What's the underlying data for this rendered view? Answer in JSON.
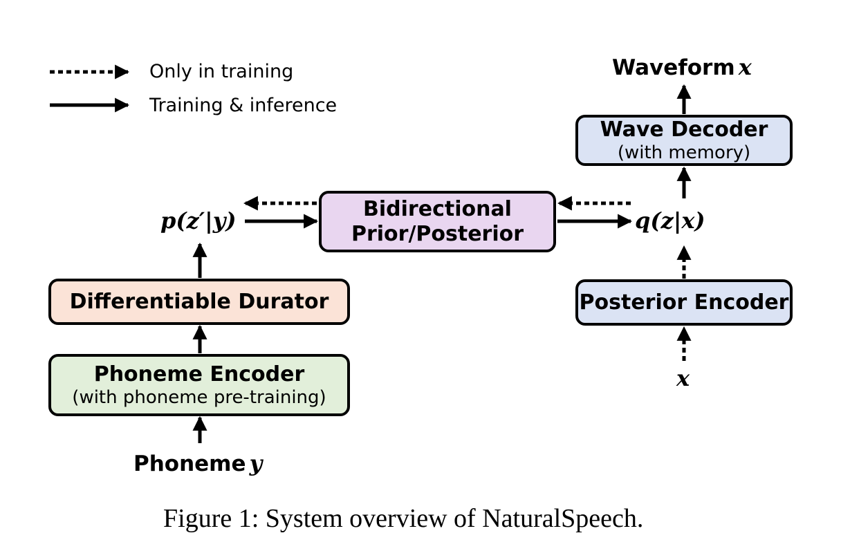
{
  "legend": {
    "dotted_label": "Only in training",
    "solid_label": "Training & inference"
  },
  "nodes": {
    "wave_decoder": {
      "title": "Wave Decoder",
      "subtitle": "(with memory)"
    },
    "bidirectional": {
      "line1": "Bidirectional",
      "line2": "Prior/Posterior"
    },
    "durator": {
      "title": "Differentiable Durator"
    },
    "phoneme_encoder": {
      "title": "Phoneme Encoder",
      "subtitle": "(with phoneme pre-training)"
    },
    "posterior_encoder": {
      "title": "Posterior Encoder"
    }
  },
  "labels": {
    "waveform_text": "Waveform",
    "waveform_var": "x",
    "prior_dist": "p(z′|y)",
    "posterior_dist": "q(z|x)",
    "input_x": "x",
    "phoneme_text": "Phoneme",
    "phoneme_var": "y"
  },
  "caption": "Figure 1: System overview of NaturalSpeech.",
  "colors": {
    "wave_decoder_fill": "#dbe3f4",
    "bidirectional_fill": "#e9d6f0",
    "durator_fill": "#fbe3d7",
    "phoneme_encoder_fill": "#e2efda",
    "posterior_encoder_fill": "#dbe3f4"
  }
}
